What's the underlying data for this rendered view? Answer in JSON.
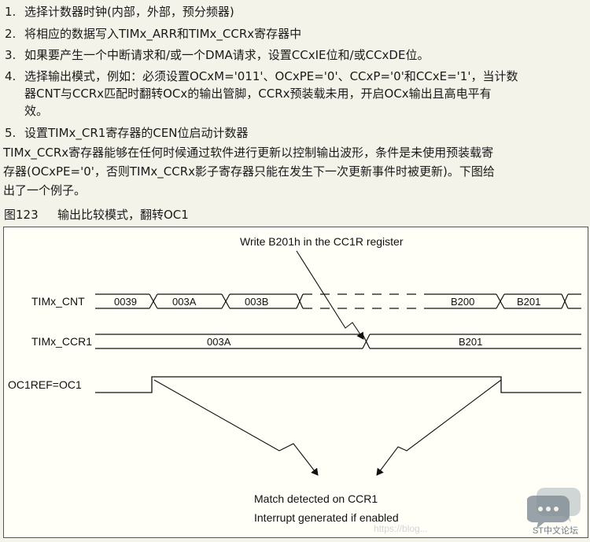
{
  "steps": [
    {
      "num": "1.",
      "text": "选择计数器时钟(内部，外部，预分频器)"
    },
    {
      "num": "2.",
      "text": "将相应的数据写入TIMx_ARR和TIMx_CCRx寄存器中"
    },
    {
      "num": "3.",
      "text": "如果要产生一个中断请求和/或一个DMA请求，设置CCxIE位和/或CCxDE位。"
    },
    {
      "num": "4.",
      "lines": [
        "选择输出模式，例如：必须设置OCxM='011'、OCxPE='0'、CCxP='0'和CCxE='1'，当计数",
        "器CNT与CCRx匹配时翻转OCx的输出管脚，CCRx预装载未用，开启OCx输出且高电平有",
        "效。"
      ]
    },
    {
      "num": "5.",
      "text": "设置TIMx_CR1寄存器的CEN位启动计数器"
    }
  ],
  "paragraph": [
    "TIMx_CCRx寄存器能够在任何时候通过软件进行更新以控制输出波形，条件是未使用预装载寄",
    "存器(OCxPE='0'，否则TIMx_CCRx影子寄存器只能在发生下一次更新事件时被更新)。下图给",
    "出了一个例子。"
  ],
  "caption": {
    "label": "图123",
    "title": "输出比较模式，翻转OC1"
  },
  "diagram": {
    "top_annotation": "Write B201h in the CC1R register",
    "signals": {
      "cnt": "TIMx_CNT",
      "ccr": "TIMx_CCR1",
      "ocref": "OC1REF=OC1"
    },
    "cnt_values": [
      "0039",
      "003A",
      "003B",
      "B200",
      "B201"
    ],
    "ccr_values": [
      "003A",
      "B201"
    ],
    "bottom_annotation": [
      "Match detected on CCR1",
      "Interrupt generated if enabled"
    ]
  },
  "watermark": "https://blog...",
  "badge": {
    "text": "ST中文论坛",
    "color": "#6e7c84"
  }
}
